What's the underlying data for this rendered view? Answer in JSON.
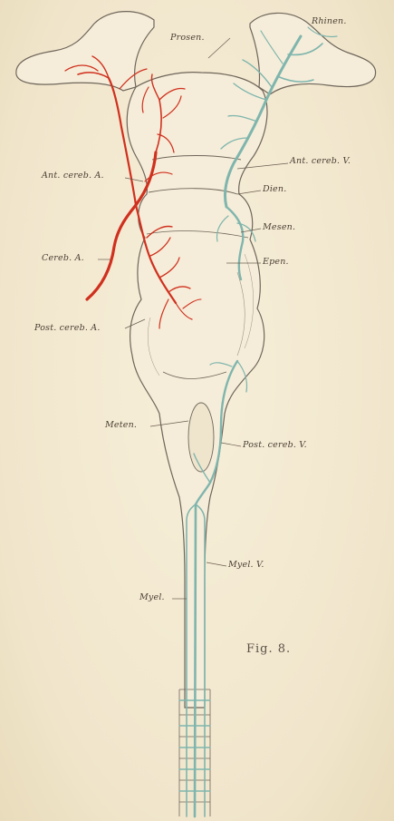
{
  "labels": {
    "rhinen": "Rhinen.",
    "prosen": "Prosen.",
    "ant_cereb_a": "Ant. cereb. A.",
    "ant_cereb_v": "Ant. cereb. V.",
    "dien": "Dien.",
    "mesen": "Mesen.",
    "epen": "Epen.",
    "cereb_a": "Cereb. A.",
    "post_cereb_a": "Post. cereb. A.",
    "meten": "Meten.",
    "post_cereb_v": "Post. cereb. V.",
    "myel_v": "Myel. V.",
    "myel": "Myel."
  },
  "figure_caption": "Fig. 8.",
  "colors": {
    "artery": "#d0301e",
    "vein": "#7fb5ad",
    "outline": "#6f655a",
    "paper": "#f3ead3"
  }
}
